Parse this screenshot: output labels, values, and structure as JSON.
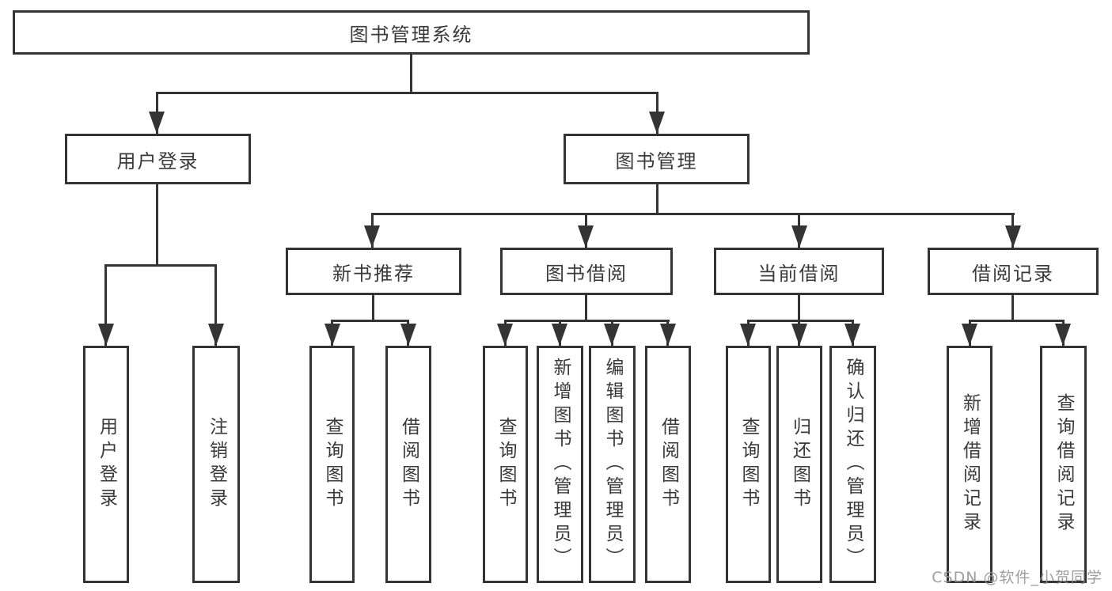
{
  "nodes": {
    "root": {
      "label": "图书管理系统"
    },
    "level1": [
      {
        "id": "user-login",
        "label": "用户登录"
      },
      {
        "id": "book-management",
        "label": "图书管理"
      }
    ],
    "level2": [
      {
        "id": "new-book-recommend",
        "label": "新书推荐"
      },
      {
        "id": "book-borrowing",
        "label": "图书借阅"
      },
      {
        "id": "current-borrowing",
        "label": "当前借阅"
      },
      {
        "id": "borrowing-records",
        "label": "借阅记录"
      }
    ],
    "leaves": {
      "user_login": [
        {
          "label": "用户登录"
        },
        {
          "label": "注销登录"
        }
      ],
      "new_book_recommend": [
        {
          "label": "查询图书"
        },
        {
          "label": "借阅图书"
        }
      ],
      "book_borrowing": [
        {
          "label": "查询图书"
        },
        {
          "label": "新增图书（管理员）"
        },
        {
          "label": "编辑图书（管理员）"
        },
        {
          "label": "借阅图书"
        }
      ],
      "current_borrowing": [
        {
          "label": "查询图书"
        },
        {
          "label": "归还图书"
        },
        {
          "label": "确认归还（管理员）"
        }
      ],
      "borrowing_records": [
        {
          "label": "新增借阅记录"
        },
        {
          "label": "查询借阅记录"
        }
      ]
    }
  },
  "watermark": "CSDN @软件_小贺同学",
  "colors": {
    "line": "#343434",
    "box_border": "#343434",
    "background": "#ffffff",
    "text": "#3a3a3a",
    "watermark": "#919191"
  }
}
